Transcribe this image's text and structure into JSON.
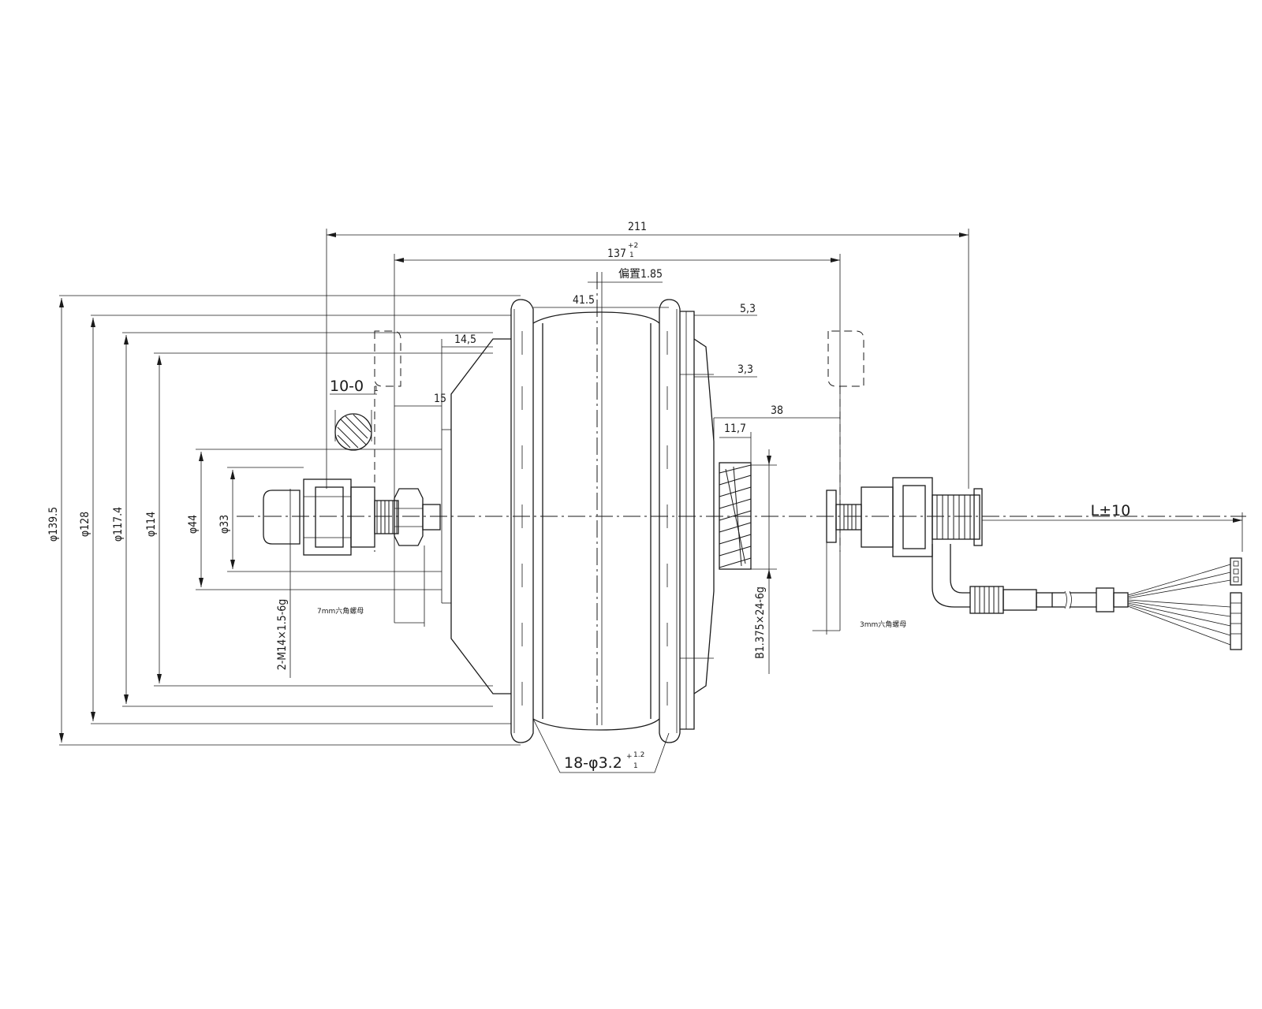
{
  "dimensions": {
    "overall_length": "211",
    "flange_spacing": "137",
    "flange_spacing_tol_upper": "+2",
    "flange_spacing_tol_lower": "1",
    "offset_label": "偏置1.85",
    "flange_distance": "41.5",
    "dim_5_3": "5,3",
    "dim_3_3": "3,3",
    "dim_14_5": "14,5",
    "dim_15": "15",
    "dim_38": "38",
    "dim_11_7": "11,7",
    "axle_flat": "10-0",
    "axle_flat_tol": "1",
    "dia_139_5": "φ139.5",
    "dia_128": "φ128",
    "dia_117_4": "φ117.4",
    "dia_114": "φ114",
    "dia_44": "φ44",
    "dia_33": "φ33",
    "thread_left": "2-M14×1.5-6g",
    "thread_freewheel": "B1.375×24-6g",
    "spoke_holes": "18-φ3.2",
    "spoke_holes_tol_upper": "+",
    "spoke_holes_tol_upper_val": "1.2",
    "spoke_holes_tol_lower": "1",
    "cable_length": "L±10"
  },
  "notes": {
    "left_nut": "7mm六角螺母",
    "right_nut": "3mm六角螺母"
  }
}
